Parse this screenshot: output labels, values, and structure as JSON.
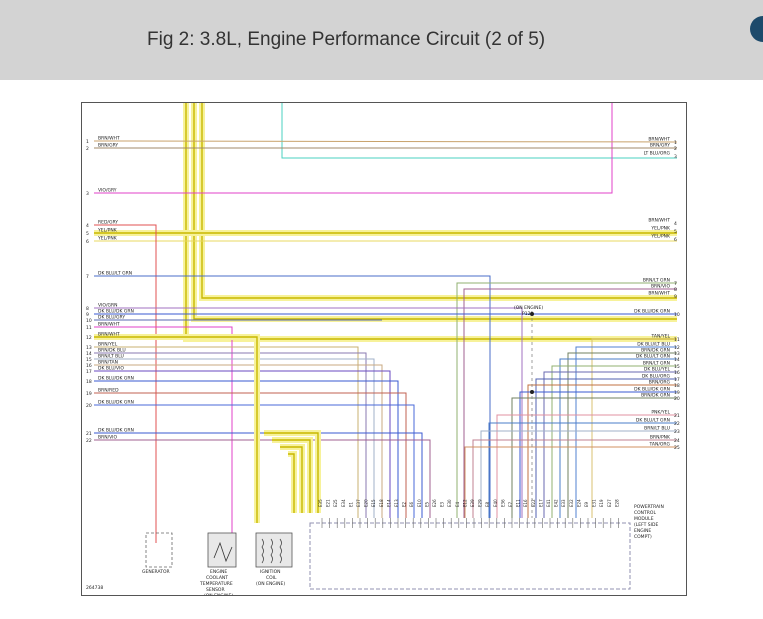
{
  "header": {
    "title": "Fig 2: 3.8L, Engine Performance Circuit (2 of 5)"
  },
  "diagram": {
    "figure_code": "264738",
    "connector_label": "(ON ENGINE)",
    "connector_id": "P129",
    "left_wires": [
      {
        "num": "1",
        "label": "BRN/WHT",
        "color": "#c8a26b"
      },
      {
        "num": "2",
        "label": "BRN/GRY",
        "color": "#a08868"
      },
      {
        "num": "3",
        "label": "VIO/GRY",
        "color": "#e040c8"
      },
      {
        "num": "4",
        "label": "RED/GRY",
        "color": "#e05050"
      },
      {
        "num": "5",
        "label": "YEL/PNK",
        "color": "#f3e24a"
      },
      {
        "num": "6",
        "label": "YEL/PNK",
        "color": "#f3e24a"
      },
      {
        "num": "7",
        "label": "DK BLU/LT GRN",
        "color": "#4a6cc8"
      },
      {
        "num": "8",
        "label": "VIO/GRN",
        "color": "#a070c0"
      },
      {
        "num": "9",
        "label": "DK BLU/DK GRN",
        "color": "#3a5ad0"
      },
      {
        "num": "10",
        "label": "DK BLU/GRY",
        "color": "#5a6ab0"
      },
      {
        "num": "11",
        "label": "BRN/WHT",
        "color": "#d0a070"
      },
      {
        "num": "12",
        "label": "BRN/WHT",
        "color": "#d6c800"
      },
      {
        "num": "13",
        "label": "BRN/YEL",
        "color": "#c8b070"
      },
      {
        "num": "14",
        "label": "BRN/DK BLU",
        "color": "#8a7ab0"
      },
      {
        "num": "15",
        "label": "BRN/LT BLU",
        "color": "#a0b0c8"
      },
      {
        "num": "16",
        "label": "BRN/TAN",
        "color": "#c8a880"
      },
      {
        "num": "17",
        "label": "DK BLU/VIO",
        "color": "#6a4ac0"
      },
      {
        "num": "18",
        "label": "DK BLU/DK GRN",
        "color": "#3a5ad0"
      },
      {
        "num": "19",
        "label": "BRN/RED",
        "color": "#c06050"
      },
      {
        "num": "20",
        "label": "DK BLU/DK GRN",
        "color": "#4a6ad8"
      },
      {
        "num": "21",
        "label": "DK BLU/DK GRN",
        "color": "#3a5ad0"
      },
      {
        "num": "22",
        "label": "BRN/VIO",
        "color": "#a06090"
      }
    ],
    "right_wires_top": [
      {
        "num": "1",
        "label": "BRN/WHT",
        "color": "#c8a26b"
      },
      {
        "num": "2",
        "label": "BRN/GRY",
        "color": "#a08868"
      },
      {
        "num": "3",
        "label": "LT BLU/ORG",
        "color": "#4ad0c0"
      },
      {
        "num": "4",
        "label": "BRN/WHT",
        "color": "#d6c800"
      },
      {
        "num": "5",
        "label": "YEL/PNK",
        "color": "#f3e24a"
      },
      {
        "num": "6",
        "label": "YEL/PNK",
        "color": "#f3e24a"
      },
      {
        "num": "7",
        "label": "BRN/LT GRN",
        "color": "#90b070"
      },
      {
        "num": "8",
        "label": "BRN/VIO",
        "color": "#a06090"
      },
      {
        "num": "9",
        "label": "BRN/WHT",
        "color": "#d6c800"
      },
      {
        "num": "10",
        "label": "DK BLU/DK GRN",
        "color": "#3a5ad0"
      }
    ],
    "right_wires_bottom": [
      {
        "num": "11",
        "label": "TAN/YEL",
        "color": "#d8c070"
      },
      {
        "num": "12",
        "label": "DK BLU/LT BLU",
        "color": "#5080d0"
      },
      {
        "num": "13",
        "label": "BRN/DK GRN",
        "color": "#708060"
      },
      {
        "num": "14",
        "label": "DK BLU/LT GRN",
        "color": "#4a7cc8"
      },
      {
        "num": "15",
        "label": "BRN/LT GRN",
        "color": "#90b070"
      },
      {
        "num": "16",
        "label": "DK BLU/YEL",
        "color": "#6a6ab0"
      },
      {
        "num": "17",
        "label": "DK BLU/ORG",
        "color": "#5060b0"
      },
      {
        "num": "18",
        "label": "BRN/ORG",
        "color": "#c07040"
      },
      {
        "num": "19",
        "label": "DK BLU/DK GRN",
        "color": "#3a5ad0"
      },
      {
        "num": "20",
        "label": "BRN/DK GRN",
        "color": "#708060"
      },
      {
        "num": "21",
        "label": "PNK/YEL",
        "color": "#e090a0"
      },
      {
        "num": "22",
        "label": "DK BLU/LT GRN",
        "color": "#4a7cc8"
      },
      {
        "num": "23",
        "label": "BRN/LT BLU",
        "color": "#a0b0c8"
      },
      {
        "num": "24",
        "label": "BRN/PNK",
        "color": "#c08090"
      },
      {
        "num": "25",
        "label": "TAN/ORG",
        "color": "#d09060"
      }
    ],
    "components": [
      {
        "name": "generator",
        "label": "GENERATOR"
      },
      {
        "name": "ect-sensor",
        "label": "ENGINE COOLANT TEMPERATURE SENSOR (ON ENGINE)"
      },
      {
        "name": "ignition-coil",
        "label": "IGNITION COIL (ON ENGINE)"
      },
      {
        "name": "pcm",
        "label": "POWERTRAIN CONTROL MODULE (LEFT SIDE ENGINE COMPT)"
      }
    ],
    "pcm_pins": [
      "E35",
      "E21",
      "E25",
      "E34",
      "E1",
      "E37",
      "E20",
      "E15",
      "E18",
      "E14",
      "E13",
      "E2",
      "E6",
      "E10",
      "E5",
      "E26",
      "E3",
      "E30",
      "E4",
      "E12",
      "E39",
      "E29",
      "E8",
      "E40",
      "E36",
      "E7",
      "E11",
      "E16",
      "E22",
      "E17",
      "E41",
      "E42",
      "E33",
      "E32",
      "E24",
      "E9",
      "E31",
      "E19",
      "E27",
      "E28"
    ],
    "colors": {
      "yellow": "#f3e24a",
      "yellow_glow": "#f7f29a",
      "pcm_border": "#9090b0",
      "text": "#222222"
    }
  }
}
